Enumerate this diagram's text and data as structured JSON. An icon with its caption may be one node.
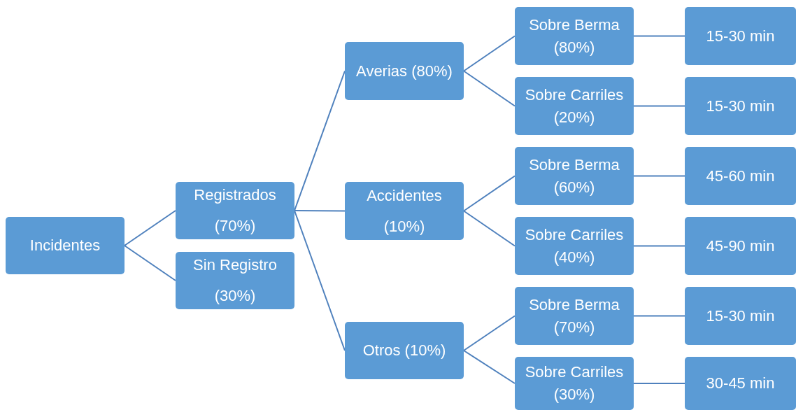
{
  "diagram": {
    "nodes": [
      {
        "text": [
          "Incidentes"
        ]
      },
      {
        "text": [
          "Registrados (70%)"
        ]
      },
      {
        "text": [
          "Sin Registro (30%)"
        ]
      },
      {
        "text": [
          "Averias (80%)"
        ]
      },
      {
        "text": [
          "Accidentes (10%)"
        ]
      },
      {
        "text": [
          "Otros (10%)"
        ]
      },
      {
        "text": [
          "Sobre Berma (80%)"
        ]
      },
      {
        "text": [
          "Sobre Carriles (20%)"
        ]
      },
      {
        "text": [
          "Sobre Berma (60%)"
        ]
      },
      {
        "text": [
          "Sobre Carriles (40%)"
        ]
      },
      {
        "text": [
          "Sobre Berma (70%)"
        ]
      },
      {
        "text": [
          "Sobre Carriles (30%)"
        ]
      },
      {
        "text": [
          "15-30 min"
        ]
      },
      {
        "text": [
          "15-30 min"
        ]
      },
      {
        "text": [
          "45-60 min"
        ]
      },
      {
        "text": [
          "45-90 min"
        ]
      },
      {
        "text": [
          "15-30 min"
        ]
      },
      {
        "text": [
          "30-45 min"
        ]
      }
    ],
    "edges": [
      {
        "from": 0,
        "to": 1,
        "arrow": "none"
      },
      {
        "from": 0,
        "to": 2,
        "arrow": "none"
      },
      {
        "from": 1,
        "to": 3,
        "arrow": "none"
      },
      {
        "from": 1,
        "to": 4,
        "arrow": "none"
      },
      {
        "from": 1,
        "to": 5,
        "arrow": "none"
      },
      {
        "from": 3,
        "to": 6,
        "arrow": "none"
      },
      {
        "from": 3,
        "to": 7,
        "arrow": "none"
      },
      {
        "from": 4,
        "to": 8,
        "arrow": "none"
      },
      {
        "from": 4,
        "to": 9,
        "arrow": "none"
      },
      {
        "from": 5,
        "to": 10,
        "arrow": "none"
      },
      {
        "from": 5,
        "to": 11,
        "arrow": "none"
      },
      {
        "from": 6,
        "to": 12,
        "arrow": "none"
      },
      {
        "from": 7,
        "to": 13,
        "arrow": "none"
      },
      {
        "from": 8,
        "to": 14,
        "arrow": "none"
      },
      {
        "from": 9,
        "to": 15,
        "arrow": "none"
      },
      {
        "from": 10,
        "to": 16,
        "arrow": "none"
      },
      {
        "from": 11,
        "to": 17,
        "arrow": "none"
      }
    ]
  }
}
